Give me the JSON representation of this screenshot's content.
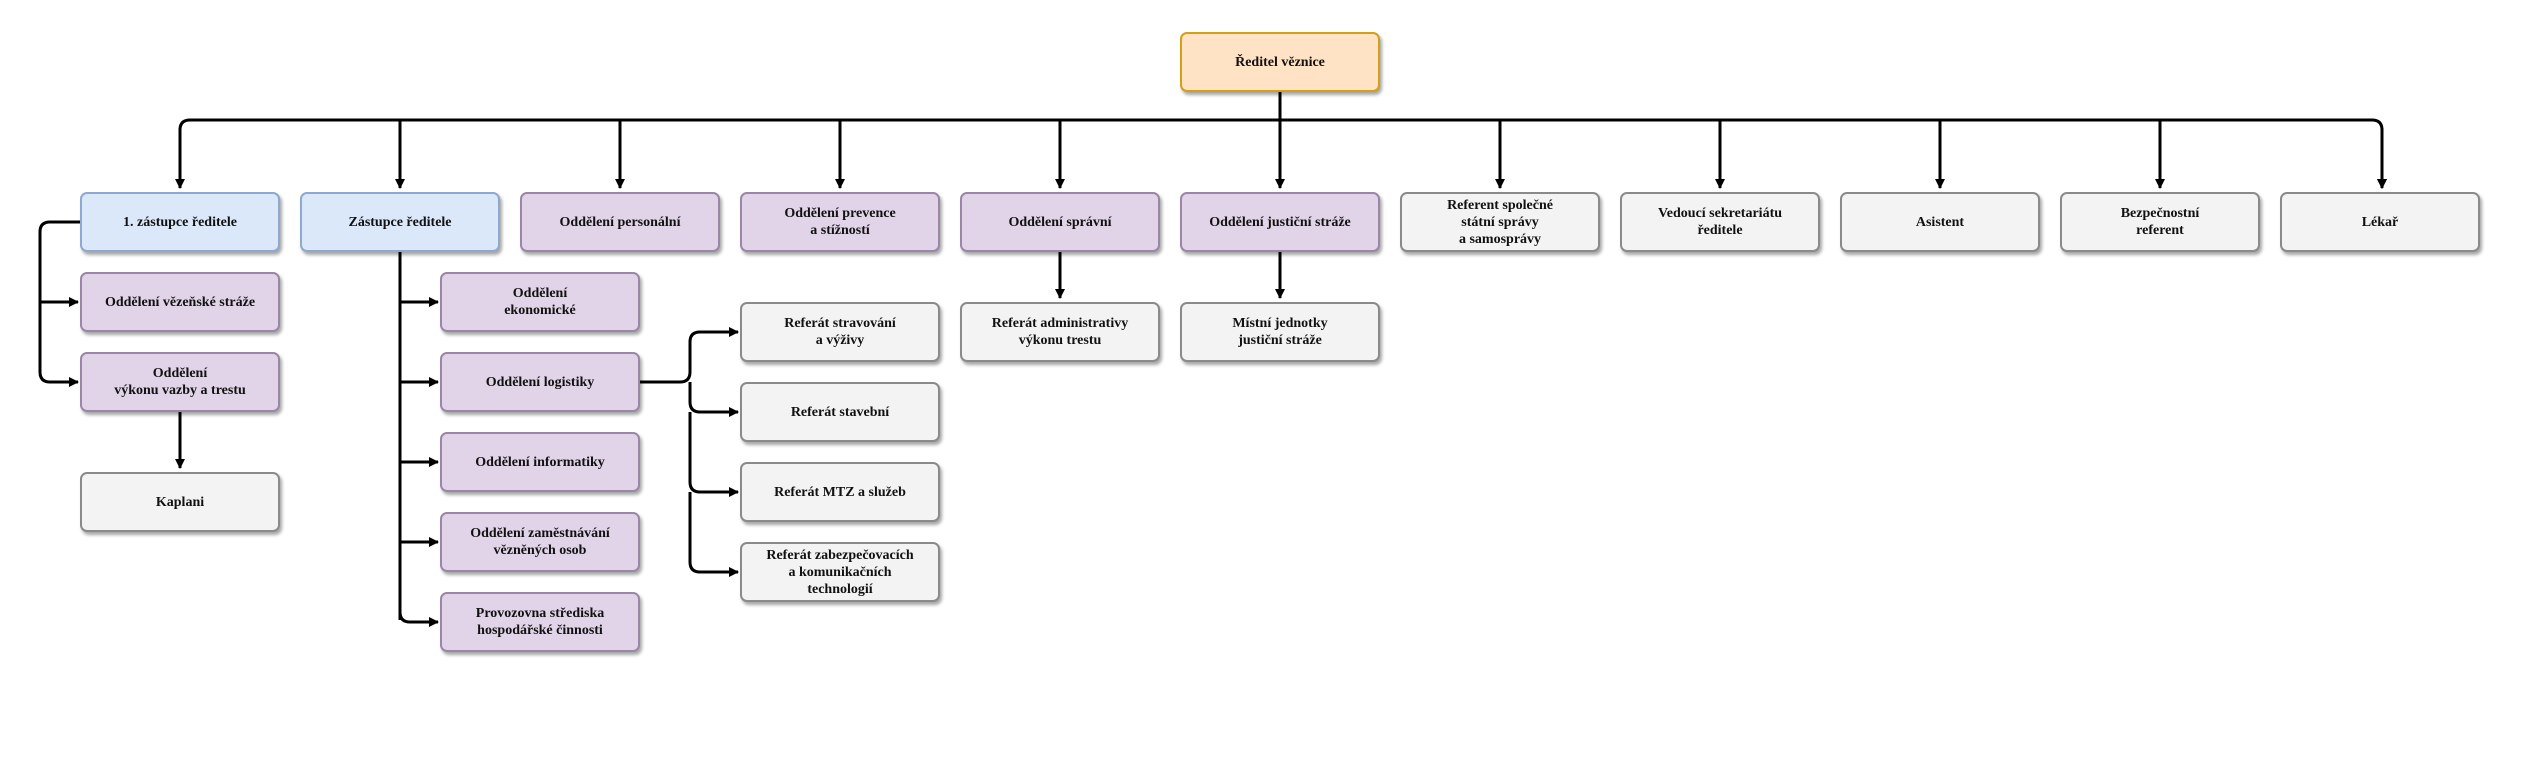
{
  "org_chart": {
    "root": {
      "label": "Ředitel věznice"
    },
    "level1": [
      {
        "id": "deputy1",
        "label": "1. zástupce ředitele"
      },
      {
        "id": "deputy",
        "label": "Zástupce ředitele"
      },
      {
        "id": "personnel",
        "label": "Oddělení personální"
      },
      {
        "id": "prevention",
        "label": "Oddělení prevence\na stížností"
      },
      {
        "id": "admin",
        "label": "Oddělení správní"
      },
      {
        "id": "justice_guard",
        "label": "Oddělení justiční stráže"
      },
      {
        "id": "state_admin",
        "label": "Referent společné\nstátní správy\na samosprávy"
      },
      {
        "id": "secretariat",
        "label": "Vedoucí sekretariátu\nředitele"
      },
      {
        "id": "assistant",
        "label": "Asistent"
      },
      {
        "id": "security",
        "label": "Bezpečnostní\nreferent"
      },
      {
        "id": "doctor",
        "label": "Lékař"
      }
    ],
    "deputy1_children": [
      {
        "id": "prison_guard",
        "label": "Oddělení vězeňské stráže"
      },
      {
        "id": "custody",
        "label": "Oddělení\nvýkonu vazby a trestu"
      }
    ],
    "custody_children": [
      {
        "id": "chaplains",
        "label": "Kaplani"
      }
    ],
    "deputy_children": [
      {
        "id": "economic",
        "label": "Oddělení\nekonomické"
      },
      {
        "id": "logistics",
        "label": "Oddělení logistiky"
      },
      {
        "id": "it",
        "label": "Oddělení informatiky"
      },
      {
        "id": "employment",
        "label": "Oddělení zaměstnávání\nvězněných osob"
      },
      {
        "id": "operation",
        "label": "Provozovna střediska\nhospodářské činnosti"
      }
    ],
    "logistics_children": [
      {
        "id": "catering",
        "label": "Referát stravování\na výživy"
      },
      {
        "id": "construction",
        "label": "Referát stavební"
      },
      {
        "id": "mtz",
        "label": "Referát MTZ a služeb"
      },
      {
        "id": "security_tech",
        "label": "Referát zabezpečovacích\na komunikačních\ntechnologií"
      }
    ],
    "admin_children": [
      {
        "id": "sentence_admin",
        "label": "Referát administrativy\nvýkonu trestu"
      }
    ],
    "justice_children": [
      {
        "id": "local_units",
        "label": "Místní jednotky\njustiční stráže"
      }
    ]
  }
}
